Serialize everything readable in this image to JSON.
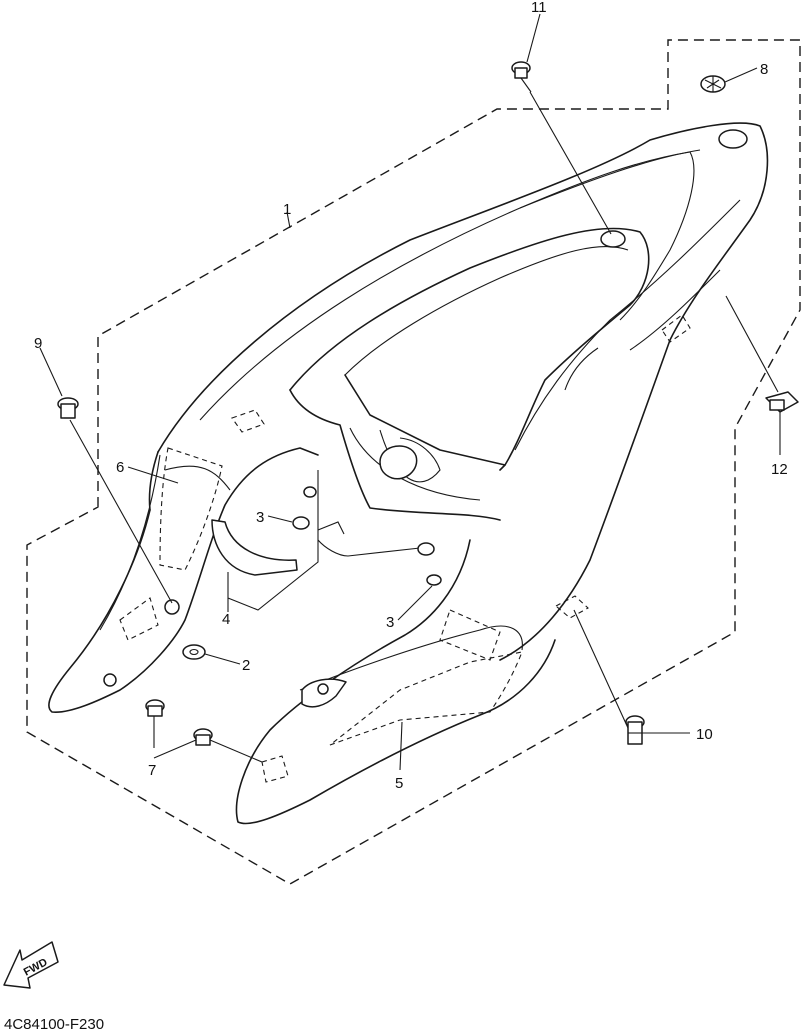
{
  "callouts": {
    "c1": "1",
    "c2": "2",
    "c3a": "3",
    "c3b": "3",
    "c4": "4",
    "c5": "5",
    "c6": "6",
    "c7": "7",
    "c8": "8",
    "c9": "9",
    "c10": "10",
    "c11": "11",
    "c12": "12"
  },
  "fwd_label": "FWD",
  "part_code": "4C84100-F230"
}
